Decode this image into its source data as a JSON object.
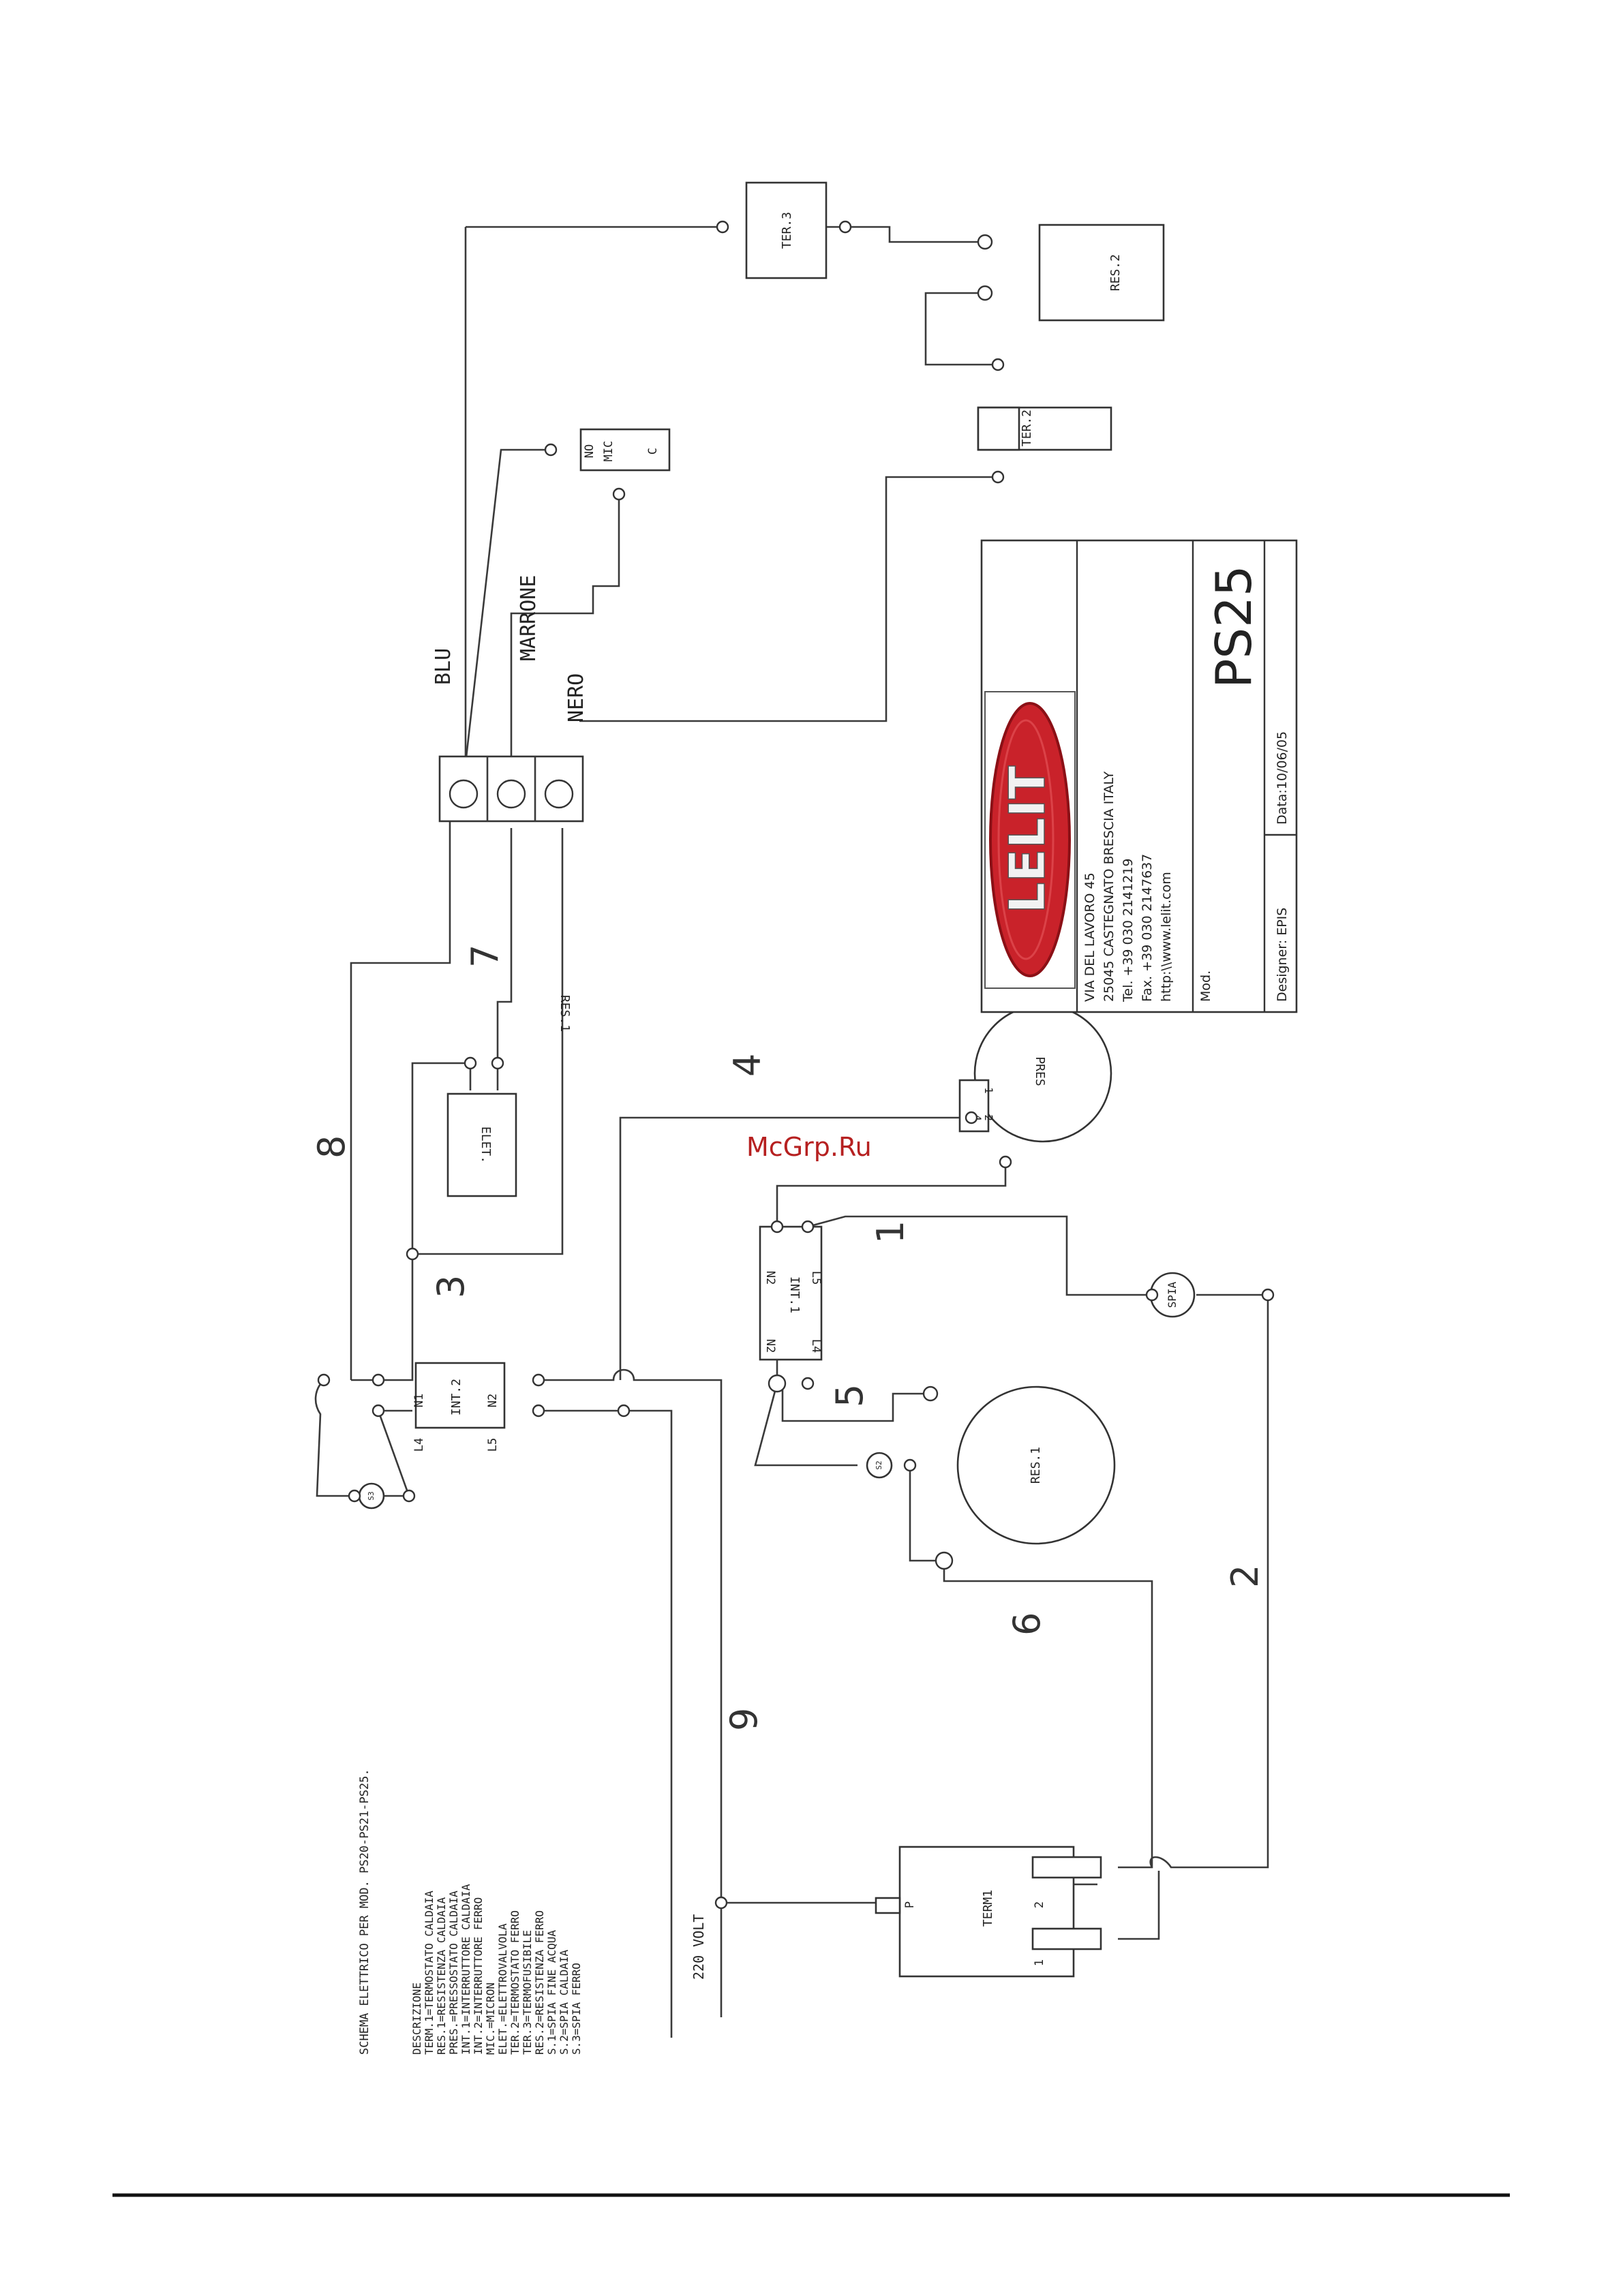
{
  "watermark": "McGrp.Ru",
  "title": "SCHEMA ELETTRICO PER MOD. PS20-PS21-PS25.",
  "legend": [
    "DESCRIZIONE",
    "TERM.1=TERMOSTATO CALDAIA",
    "RES.1=RESISTENZA CALDAIA",
    "PRES.=PRESSOSTATO CALDAIA",
    "INT.1=INTERRUTTORE CALDAIA",
    "INT.2=INTERRUTTORE FERRO",
    "MIC.=MICRON",
    "ELET.=ELETTROVALVOLA",
    "TER.2=TERMOSTATO FERRO",
    "TER.3=TERMOFUSIBILE",
    "RES.2=RESISTENZA FERRO",
    "S.1=SPIA FINE ACQUA",
    "S.2=SPIA CALDAIA",
    "S.3=SPIA FERRO"
  ],
  "voltage": "220 VOLT",
  "components": {
    "ter3": "TER.3",
    "res2": "RES.2",
    "ter2": "TER.2",
    "mic": "MIC",
    "mic_no": "NO",
    "mic_c": "C",
    "elet": "ELET.",
    "pres": "PRES",
    "pres_pin1": "1",
    "pres_pin2": "2",
    "pres_pin4": "4",
    "int1": "INT.1",
    "int1_n2a": "N2",
    "int1_l5": "L5",
    "int1_n2b": "N2",
    "int1_l4": "L4",
    "int2": "INT.2",
    "int2_n1": "N1",
    "int2_l4": "L4",
    "int2_n2": "N2",
    "int2_l5": "L5",
    "spia": "SPIA",
    "s2": "S2",
    "s3": "S3",
    "res1": "RES.1",
    "term1": "TERM1",
    "term1_p": "P",
    "term1_1": "1",
    "term1_2": "2"
  },
  "wire_labels": {
    "blu": "BLU",
    "marrone": "MARRONE",
    "nero": "NERO",
    "res1_wire": "RES.1"
  },
  "wire_numbers": [
    "1",
    "2",
    "3",
    "4",
    "5",
    "6",
    "7",
    "8",
    "9"
  ],
  "title_block": {
    "brand": "LELIT",
    "address_lines": [
      "VIA DEL LAVORO 45",
      "25045 CASTEGNATO BRESCIA ITALY",
      "Tel. +39 030 2141219",
      "Fax. +39 030 2147637",
      "http:\\\\www.lelit.com"
    ],
    "mod_label": "Mod.",
    "model": "PS25",
    "designer": "Designer: EPIS",
    "date": "Data:10/06/05"
  }
}
